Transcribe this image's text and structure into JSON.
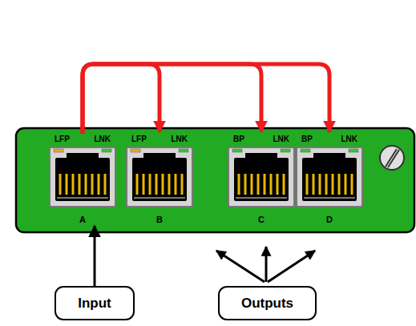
{
  "diagram": {
    "nodes": [
      {
        "text": [
          "LFP",
          "LNK",
          "A"
        ]
      },
      {
        "text": [
          "LFP",
          "LNK",
          "B"
        ]
      },
      {
        "text": [
          "BP",
          "LNK",
          "C"
        ]
      },
      {
        "text": [
          "BP",
          "LNK",
          "D"
        ]
      },
      {
        "text": [
          "Input"
        ]
      },
      {
        "text": [
          "Outputs"
        ]
      }
    ],
    "edges": [
      {
        "from": 0,
        "to": 1,
        "arrow": "to"
      },
      {
        "from": 0,
        "to": 2,
        "arrow": "to"
      },
      {
        "from": 0,
        "to": 3,
        "arrow": "to"
      },
      {
        "from": 4,
        "to": 0,
        "arrow": "to"
      }
    ]
  }
}
